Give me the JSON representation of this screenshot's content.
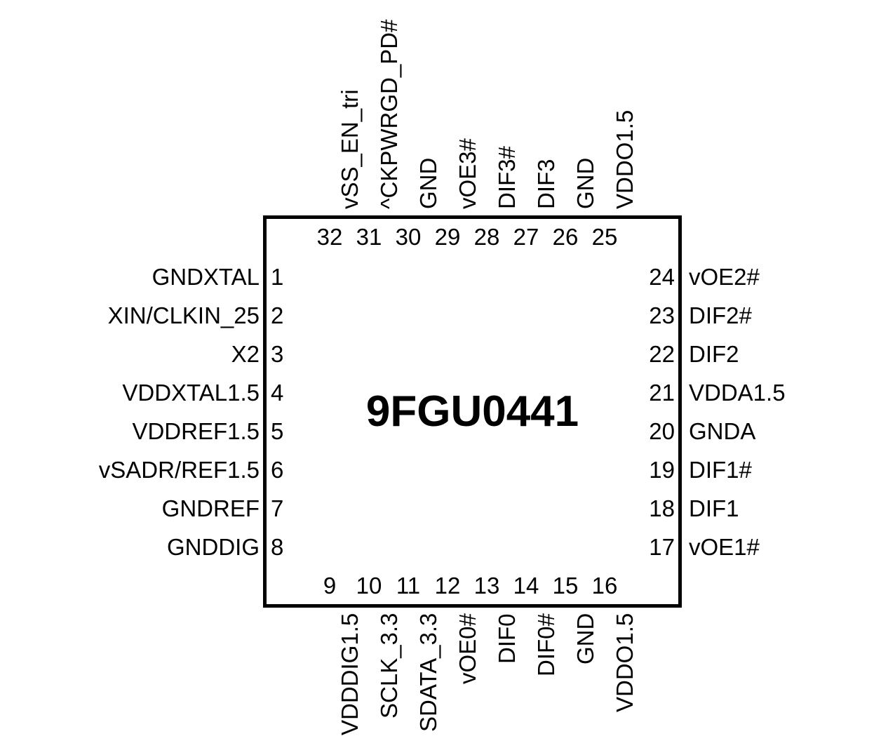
{
  "diagram": {
    "kind": "ic-pinout",
    "part_number": "9FGU0441",
    "package_pin_count": 32,
    "colors": {
      "outline": "#000000",
      "text": "#000000",
      "background": "#ffffff"
    }
  },
  "pins": {
    "left": [
      {
        "number": "1",
        "label": "GNDXTAL"
      },
      {
        "number": "2",
        "label": "XIN/CLKIN_25"
      },
      {
        "number": "3",
        "label": "X2"
      },
      {
        "number": "4",
        "label": "VDDXTAL1.5"
      },
      {
        "number": "5",
        "label": "VDDREF1.5"
      },
      {
        "number": "6",
        "label": "vSADR/REF1.5"
      },
      {
        "number": "7",
        "label": "GNDREF"
      },
      {
        "number": "8",
        "label": "GNDDIG"
      }
    ],
    "bottom": [
      {
        "number": "9",
        "label": "VDDDIG1.5"
      },
      {
        "number": "10",
        "label": "SCLK_3.3"
      },
      {
        "number": "11",
        "label": "SDATA_3.3"
      },
      {
        "number": "12",
        "label": "vOE0#"
      },
      {
        "number": "13",
        "label": "DIF0"
      },
      {
        "number": "14",
        "label": "DIF0#"
      },
      {
        "number": "15",
        "label": "GND"
      },
      {
        "number": "16",
        "label": "VDDO1.5"
      }
    ],
    "right": [
      {
        "number": "17",
        "label": "vOE1#"
      },
      {
        "number": "18",
        "label": "DIF1"
      },
      {
        "number": "19",
        "label": "DIF1#"
      },
      {
        "number": "20",
        "label": "GNDA"
      },
      {
        "number": "21",
        "label": "VDDA1.5"
      },
      {
        "number": "22",
        "label": "DIF2"
      },
      {
        "number": "23",
        "label": "DIF2#"
      },
      {
        "number": "24",
        "label": "vOE2#"
      }
    ],
    "top": [
      {
        "number": "25",
        "label": "VDDO1.5"
      },
      {
        "number": "26",
        "label": "GND"
      },
      {
        "number": "27",
        "label": "DIF3"
      },
      {
        "number": "28",
        "label": "DIF3#"
      },
      {
        "number": "29",
        "label": "vOE3#"
      },
      {
        "number": "30",
        "label": "GND"
      },
      {
        "number": "31",
        "label": "^CKPWRGD_PD#"
      },
      {
        "number": "32",
        "label": "vSS_EN_tri"
      }
    ]
  }
}
